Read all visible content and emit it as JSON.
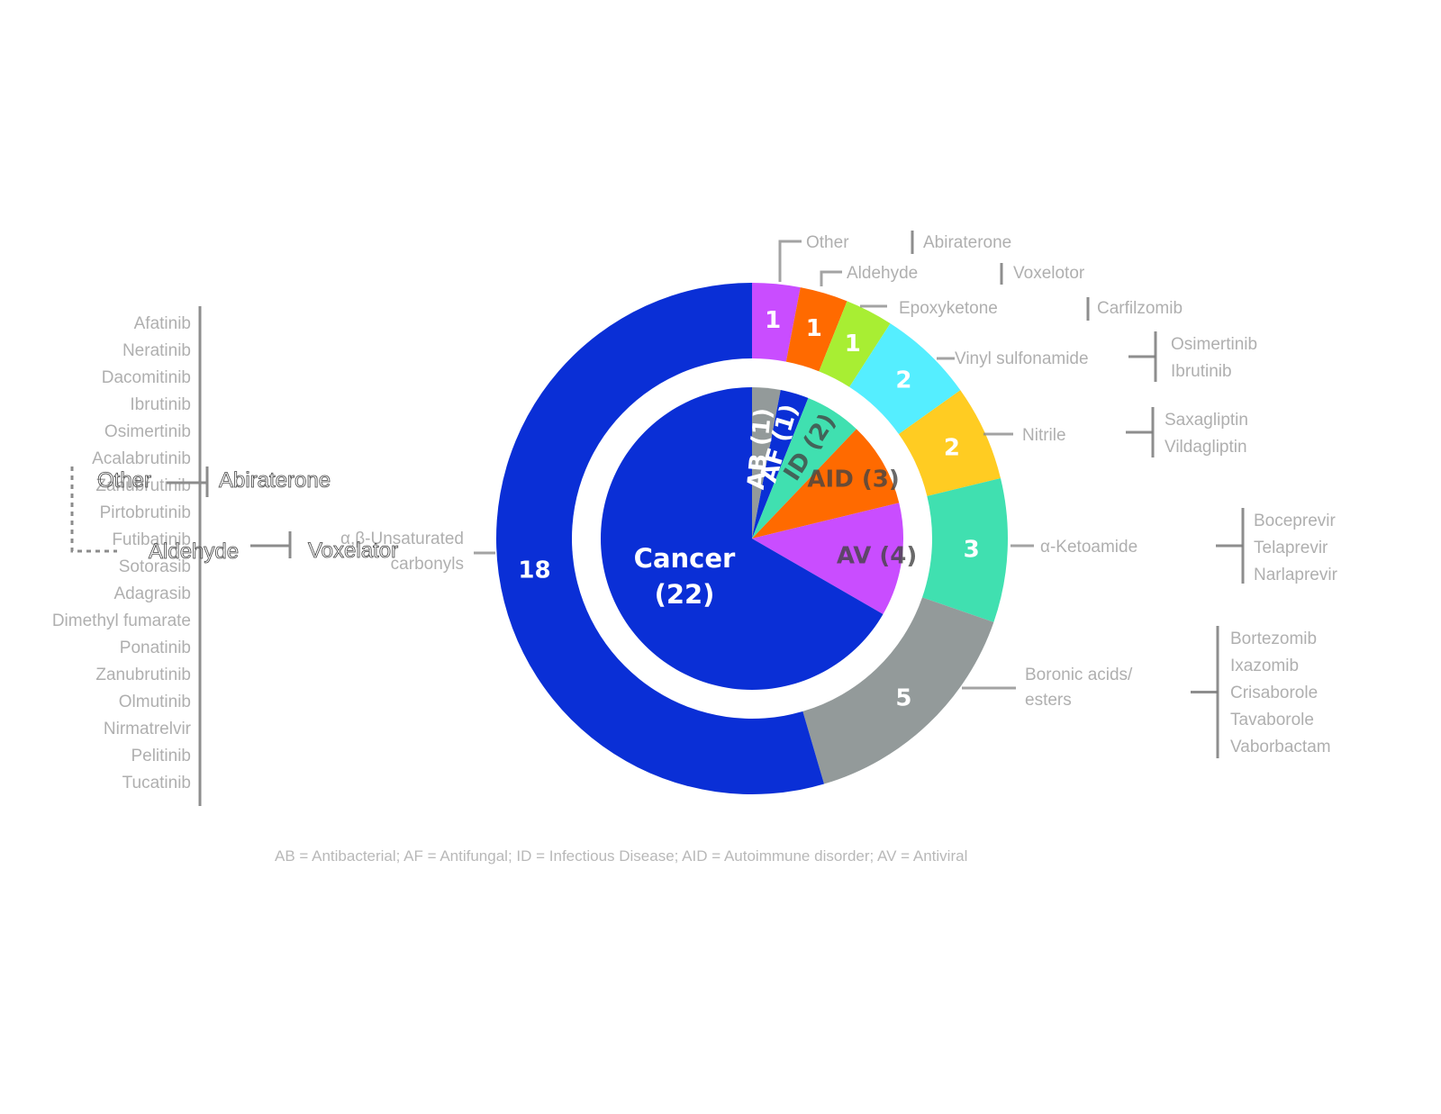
{
  "chart_data": {
    "type": "pie",
    "subtype": "nested-donut",
    "inner_ring": {
      "series": [
        {
          "label": "AB (1)",
          "value": 1,
          "color": "#939a9a"
        },
        {
          "label": "AF (1)",
          "value": 1,
          "color": "#0a2fd6"
        },
        {
          "label": "ID (2)",
          "value": 2,
          "color": "#40e0b0"
        },
        {
          "label": "AID (3)",
          "value": 3,
          "color": "#ff6a00"
        },
        {
          "label": "AV (4)",
          "value": 4,
          "color": "#c94dff"
        },
        {
          "label": "Cancer\n(22)",
          "value": 22,
          "color": "#0a2fd6"
        }
      ]
    },
    "outer_ring": {
      "series": [
        {
          "label": "1",
          "value": 1,
          "color": "#c94dff",
          "group": "Other",
          "drugs": [
            "Abiraterone"
          ]
        },
        {
          "label": "1",
          "value": 1,
          "color": "#ff6a00",
          "group": "Aldehyde",
          "drugs": [
            "Voxelotor"
          ]
        },
        {
          "label": "1",
          "value": 1,
          "color": "#a8ee33",
          "group": "Epoxyketone",
          "drugs": [
            "Carfilzomib"
          ]
        },
        {
          "label": "2",
          "value": 2,
          "color": "#55eeff",
          "group": "Vinyl sulfonamide",
          "drugs": [
            "Osimertinib",
            "Ibrutinib"
          ]
        },
        {
          "label": "2",
          "value": 2,
          "color": "#ffcc22",
          "group": "Nitrile",
          "drugs": [
            "Saxagliptin",
            "Vildagliptin"
          ]
        },
        {
          "label": "3",
          "value": 3,
          "color": "#40e0b0",
          "group": "α-Ketoamide",
          "drugs": [
            "Boceprevir",
            "Telaprevir",
            "Narlaprevir"
          ]
        },
        {
          "label": "5",
          "value": 5,
          "color": "#939a9a",
          "group": "Boronic acids/esters",
          "drugs": [
            "Bortezomib",
            "Ixazomib",
            "Crisaborole",
            "Tavaborole",
            "Vaborbactam"
          ]
        },
        {
          "label": "18",
          "value": 18,
          "color": "#0a2fd6",
          "group": "α,β-Unsaturated carbonyls",
          "drugs": [
            "Afatinib",
            "Neratinib",
            "Dacomitinib",
            "Ibrutinib",
            "Osimertinib",
            "Acalabrutinib",
            "Zanubrutinib",
            "Pirtobrutinib",
            "Futibatinib",
            "Sotorasib",
            "Adagrasib",
            "Dimethyl fumarate",
            "Ponatinib",
            "Zanubrutinib",
            "Olmutinib",
            "Nirmatrelvir",
            "Pelitinib",
            "Tucatinib"
          ]
        }
      ]
    }
  },
  "stray_labels": {
    "other": "Other",
    "abiraterone": "Abiraterone",
    "aldehyde": "Aldehyde",
    "voxelator": "Voxelator"
  },
  "caption": "AB = Antibacterial; AF = Antifungal; ID = Infectious Disease; AID = Autoimmune disorder; AV = Antiviral"
}
